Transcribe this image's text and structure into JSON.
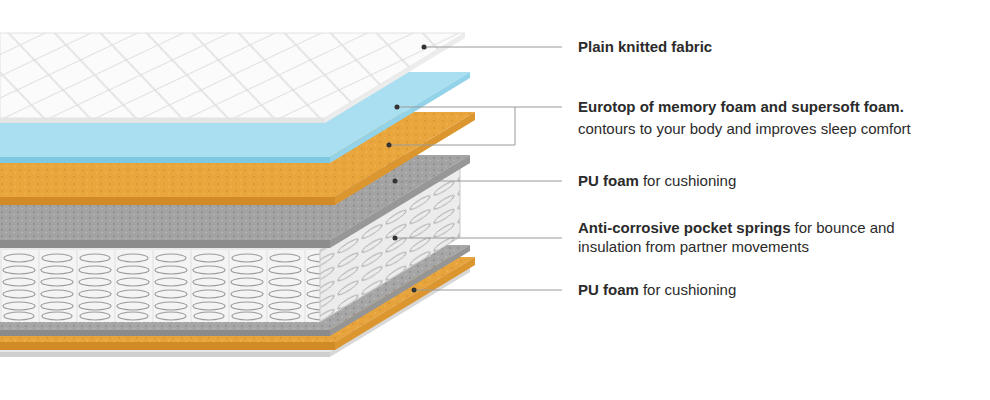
{
  "diagram": {
    "labels": [
      "Plain knitted fabric",
      "Eurotop of memory foam and supersoft foam.",
      "contours to your body and improves sleep comfort",
      "PU foam",
      "for cushioning",
      "Anti-corrosive pocket springs",
      "for bounce and insulation from partner movements",
      "PU foam",
      "for cushioning"
    ]
  }
}
